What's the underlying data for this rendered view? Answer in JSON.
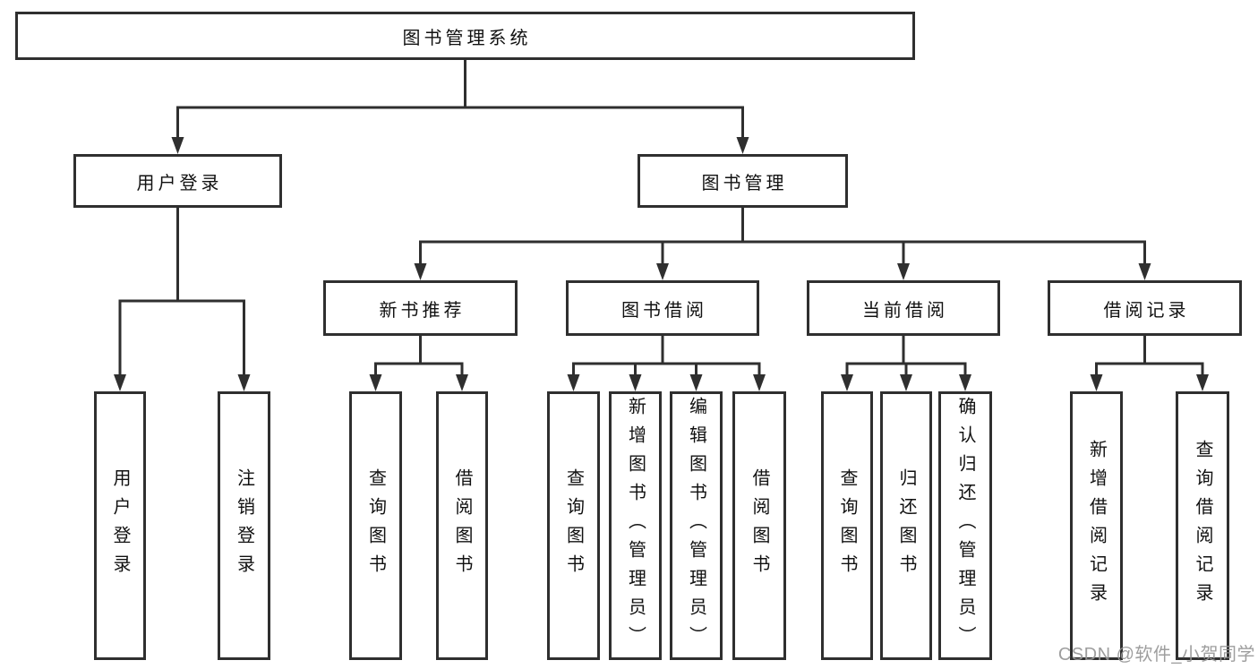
{
  "colors": {
    "line": "#2f2f2f",
    "text": "#111111",
    "background": "#ffffff",
    "watermark": "#969696"
  },
  "watermark": {
    "text": "CSDN @软件_小贺同学"
  },
  "tree": {
    "label": "图书管理系统",
    "children": [
      {
        "label": "用户登录",
        "children": [
          {
            "label": "用户登录"
          },
          {
            "label": "注销登录"
          }
        ]
      },
      {
        "label": "图书管理",
        "children": [
          {
            "label": "新书推荐",
            "children": [
              {
                "label": "查询图书"
              },
              {
                "label": "借阅图书"
              }
            ]
          },
          {
            "label": "图书借阅",
            "children": [
              {
                "label": "查询图书"
              },
              {
                "label": "新增图书（管理员）"
              },
              {
                "label": "编辑图书（管理员）"
              },
              {
                "label": "借阅图书"
              }
            ]
          },
          {
            "label": "当前借阅",
            "children": [
              {
                "label": "查询图书"
              },
              {
                "label": "归还图书"
              },
              {
                "label": "确认归还（管理员）"
              }
            ]
          },
          {
            "label": "借阅记录",
            "children": [
              {
                "label": "新增借阅记录"
              },
              {
                "label": "查询借阅记录"
              }
            ]
          }
        ]
      }
    ]
  }
}
